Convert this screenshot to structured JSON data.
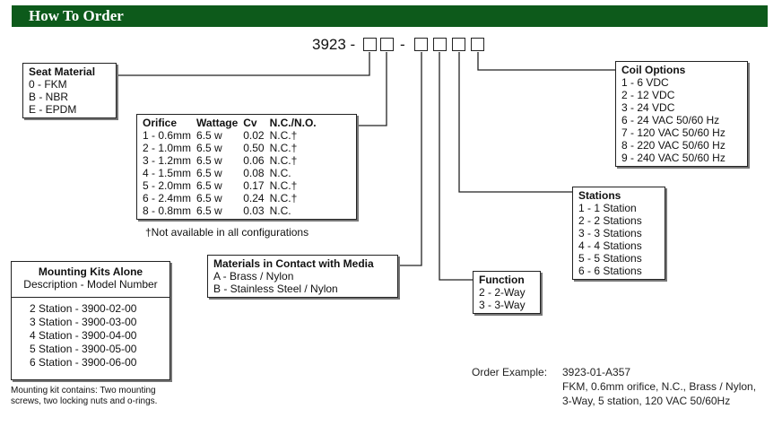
{
  "header": {
    "title": "How To Order"
  },
  "part_number": {
    "prefix": "3923 -",
    "dash1": "-",
    "dash2": "-"
  },
  "seat_material": {
    "title": "Seat Material",
    "items": [
      "0 -  FKM",
      "B -  NBR",
      "E -  EPDM"
    ]
  },
  "orifice_table": {
    "headers": [
      "Orifice",
      "Wattage",
      "Cv",
      "N.C./N.O."
    ],
    "rows": [
      [
        "1 - 0.6mm",
        "6.5 w",
        "0.02",
        "N.C.†"
      ],
      [
        "2 - 1.0mm",
        "6.5 w",
        "0.50",
        "N.C.†"
      ],
      [
        "3 - 1.2mm",
        "6.5 w",
        "0.06",
        "N.C.†"
      ],
      [
        "4 - 1.5mm",
        "6.5 w",
        "0.08",
        "N.C."
      ],
      [
        "5 - 2.0mm",
        "6.5 w",
        "0.17",
        "N.C.†"
      ],
      [
        "6 - 2.4mm",
        "6.5 w",
        "0.24",
        "N.C.†"
      ],
      [
        "8 - 0.8mm",
        "6.5 w",
        "0.03",
        "N.C."
      ]
    ],
    "footnote": "†Not available in all configurations"
  },
  "coil_options": {
    "title": "Coil Options",
    "items": [
      "1 - 6 VDC",
      "2 - 12 VDC",
      "3 - 24 VDC",
      "6 - 24 VAC 50/60 Hz",
      "7 - 120 VAC 50/60 Hz",
      "8 - 220 VAC 50/60 Hz",
      "9 - 240 VAC 50/60 Hz"
    ]
  },
  "stations": {
    "title": "Stations",
    "items": [
      "1 - 1 Station",
      "2 - 2 Stations",
      "3 - 3 Stations",
      "4 - 4 Stations",
      "5 - 5 Stations",
      "6 - 6 Stations"
    ]
  },
  "materials": {
    "title": "Materials in Contact with Media",
    "items": [
      "A - Brass / Nylon",
      "B - Stainless Steel / Nylon"
    ]
  },
  "function": {
    "title": "Function",
    "items": [
      "2 - 2-Way",
      "3 - 3-Way"
    ]
  },
  "mounting_kits": {
    "title": "Mounting Kits Alone",
    "subtitle": "Description -  Model Number",
    "items": [
      "2 Station -  3900-02-00",
      "3 Station -  3900-03-00",
      "4 Station -  3900-04-00",
      "5 Station -  3900-05-00",
      "6 Station -  3900-06-00"
    ],
    "note_line1": "Mounting kit contains: Two mounting",
    "note_line2": "screws, two locking nuts and o-rings."
  },
  "order_example": {
    "label": "Order Example:",
    "code": "3923-01-A357",
    "line1": "FKM, 0.6mm orifice, N.C., Brass / Nylon,",
    "line2": "3-Way, 5 station, 120 VAC 50/60Hz"
  }
}
